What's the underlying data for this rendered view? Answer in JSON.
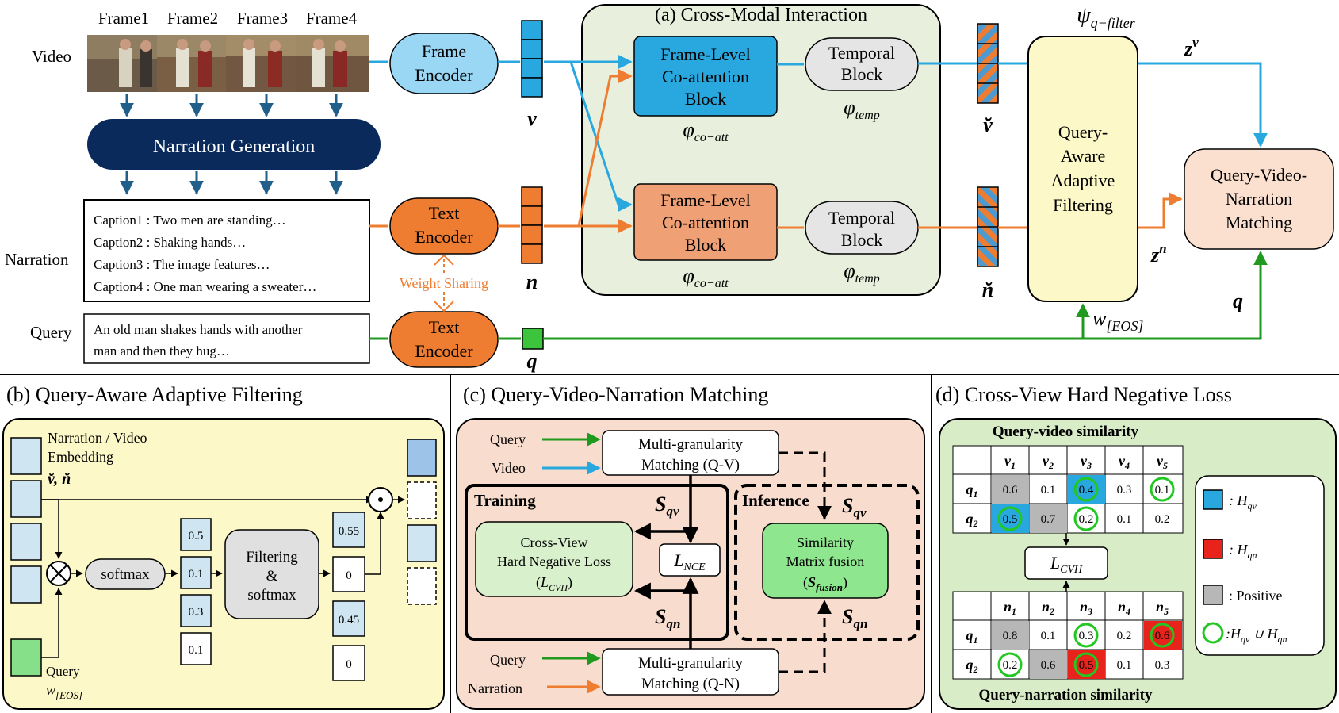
{
  "top": {
    "frame_labels": [
      "Frame1",
      "Frame2",
      "Frame3",
      "Frame4"
    ],
    "row_labels": {
      "video": "Video",
      "narration": "Narration",
      "query": "Query"
    },
    "narration_generation": "Narration Generation",
    "captions": [
      "Caption1 : Two men are standing…",
      "Caption2 : Shaking hands…",
      "Caption3 : The image features…",
      "Caption4 : One man wearing a sweater…"
    ],
    "query_text_line1": "An old man shakes hands with another",
    "query_text_line2": "man and then they hug…",
    "frame_encoder": [
      "Frame",
      "Encoder"
    ],
    "text_encoder": [
      "Text",
      "Encoder"
    ],
    "weight_sharing": "Weight Sharing",
    "v_label": "v",
    "n_label": "n",
    "q_label": "q",
    "cross_modal_title": "(a) Cross-Modal Interaction",
    "coatt_block": [
      "Frame-Level",
      "Co-attention",
      "Block"
    ],
    "phi_coatt": "φ",
    "phi_coatt_sub": "co−att",
    "temporal_block": [
      "Temporal",
      "Block"
    ],
    "phi_temp": "φ",
    "phi_temp_sub": "temp",
    "v_breve": "v̆",
    "n_breve": "n̆",
    "psi": "ψ",
    "psi_sub": "q−filter",
    "qaaf": [
      "Query-",
      "Aware",
      "Adaptive",
      "Filtering"
    ],
    "qvnm": [
      "Query-Video-",
      "Narration",
      "Matching"
    ],
    "zv": "z",
    "zv_sup": "v",
    "zn": "z",
    "zn_sup": "n",
    "w_eos": "w",
    "w_eos_sub": "[EOS]",
    "q_right": "q"
  },
  "panel_b": {
    "title": "(b) Query-Aware Adaptive Filtering",
    "embed_label_line1": "Narration / Video",
    "embed_label_line2": "Embedding",
    "embed_symbols": "v̆, n̆",
    "softmax": "softmax",
    "filtering": [
      "Filtering",
      "&",
      "softmax"
    ],
    "left_values": [
      "0.5",
      "0.1",
      "0.3",
      "0.1"
    ],
    "right_values": [
      "0.55",
      "0",
      "0.45",
      "0"
    ],
    "query_label": "Query",
    "query_w": "w",
    "query_w_sub": "[EOS]"
  },
  "panel_c": {
    "title": "(c) Query-Video-Narration Matching",
    "input_query": "Query",
    "input_video": "Video",
    "input_query2": "Query",
    "input_narration": "Narration",
    "mgm_qv": [
      "Multi-granularity",
      "Matching (Q-V)"
    ],
    "mgm_qn": [
      "Multi-granularity",
      "Matching (Q-N)"
    ],
    "training": "Training",
    "inference": "Inference",
    "s_qv": "S",
    "s_qv_sub": "qv",
    "s_qn": "S",
    "s_qn_sub": "qn",
    "cvh_box": [
      "Cross-View",
      "Hard Negative Loss"
    ],
    "cvh_sym": "L",
    "cvh_sym_sub": "CVH",
    "lnce": "L",
    "lnce_sub": "NCE",
    "sim_fusion": [
      "Similarity",
      "Matrix fusion"
    ],
    "s_fusion": "S",
    "s_fusion_sub": "fusion"
  },
  "panel_d": {
    "title": "(d) Cross-View Hard Negative Loss",
    "qv_title": "Query-video similarity",
    "qn_title": "Query-narration similarity",
    "v_cols": [
      "v",
      "v",
      "v",
      "v",
      "v"
    ],
    "v_subs": [
      "1",
      "2",
      "3",
      "4",
      "5"
    ],
    "n_cols": [
      "n",
      "n",
      "n",
      "n",
      "n"
    ],
    "rows": [
      "q",
      "q"
    ],
    "row_subs": [
      "1",
      "2"
    ],
    "qv_values": [
      [
        "0.6",
        "0.1",
        "0.4",
        "0.3",
        "0.1"
      ],
      [
        "0.5",
        "0.7",
        "0.2",
        "0.1",
        "0.2"
      ]
    ],
    "qn_values": [
      [
        "0.8",
        "0.1",
        "0.3",
        "0.2",
        "0.6"
      ],
      [
        "0.2",
        "0.6",
        "0.5",
        "0.1",
        "0.3"
      ]
    ],
    "lcvh": "L",
    "lcvh_sub": "CVH",
    "legend_hqv": ": H",
    "legend_hqv_sub": "qv",
    "legend_hqn": ": H",
    "legend_hqn_sub": "qn",
    "legend_positive": ": Positive",
    "legend_union": ":H",
    "legend_union_sub1": "qv",
    "legend_union_mid": " ∪ H",
    "legend_union_sub2": "qn"
  },
  "colors": {
    "blue": "#29a8e0",
    "orange": "#ef7d31",
    "green": "#1f9a1f",
    "navy": "#0b2a5c",
    "light_blue_fill": "#99d7f4",
    "orange_fill": "#f0a075",
    "cross_modal_bg": "#e8efdc",
    "panel_b_bg": "#fdf8c7",
    "panel_c_bg": "#f8dccd",
    "panel_d_bg": "#d8ecc8",
    "red": "#e8231c",
    "gray": "#b7b7b7"
  }
}
